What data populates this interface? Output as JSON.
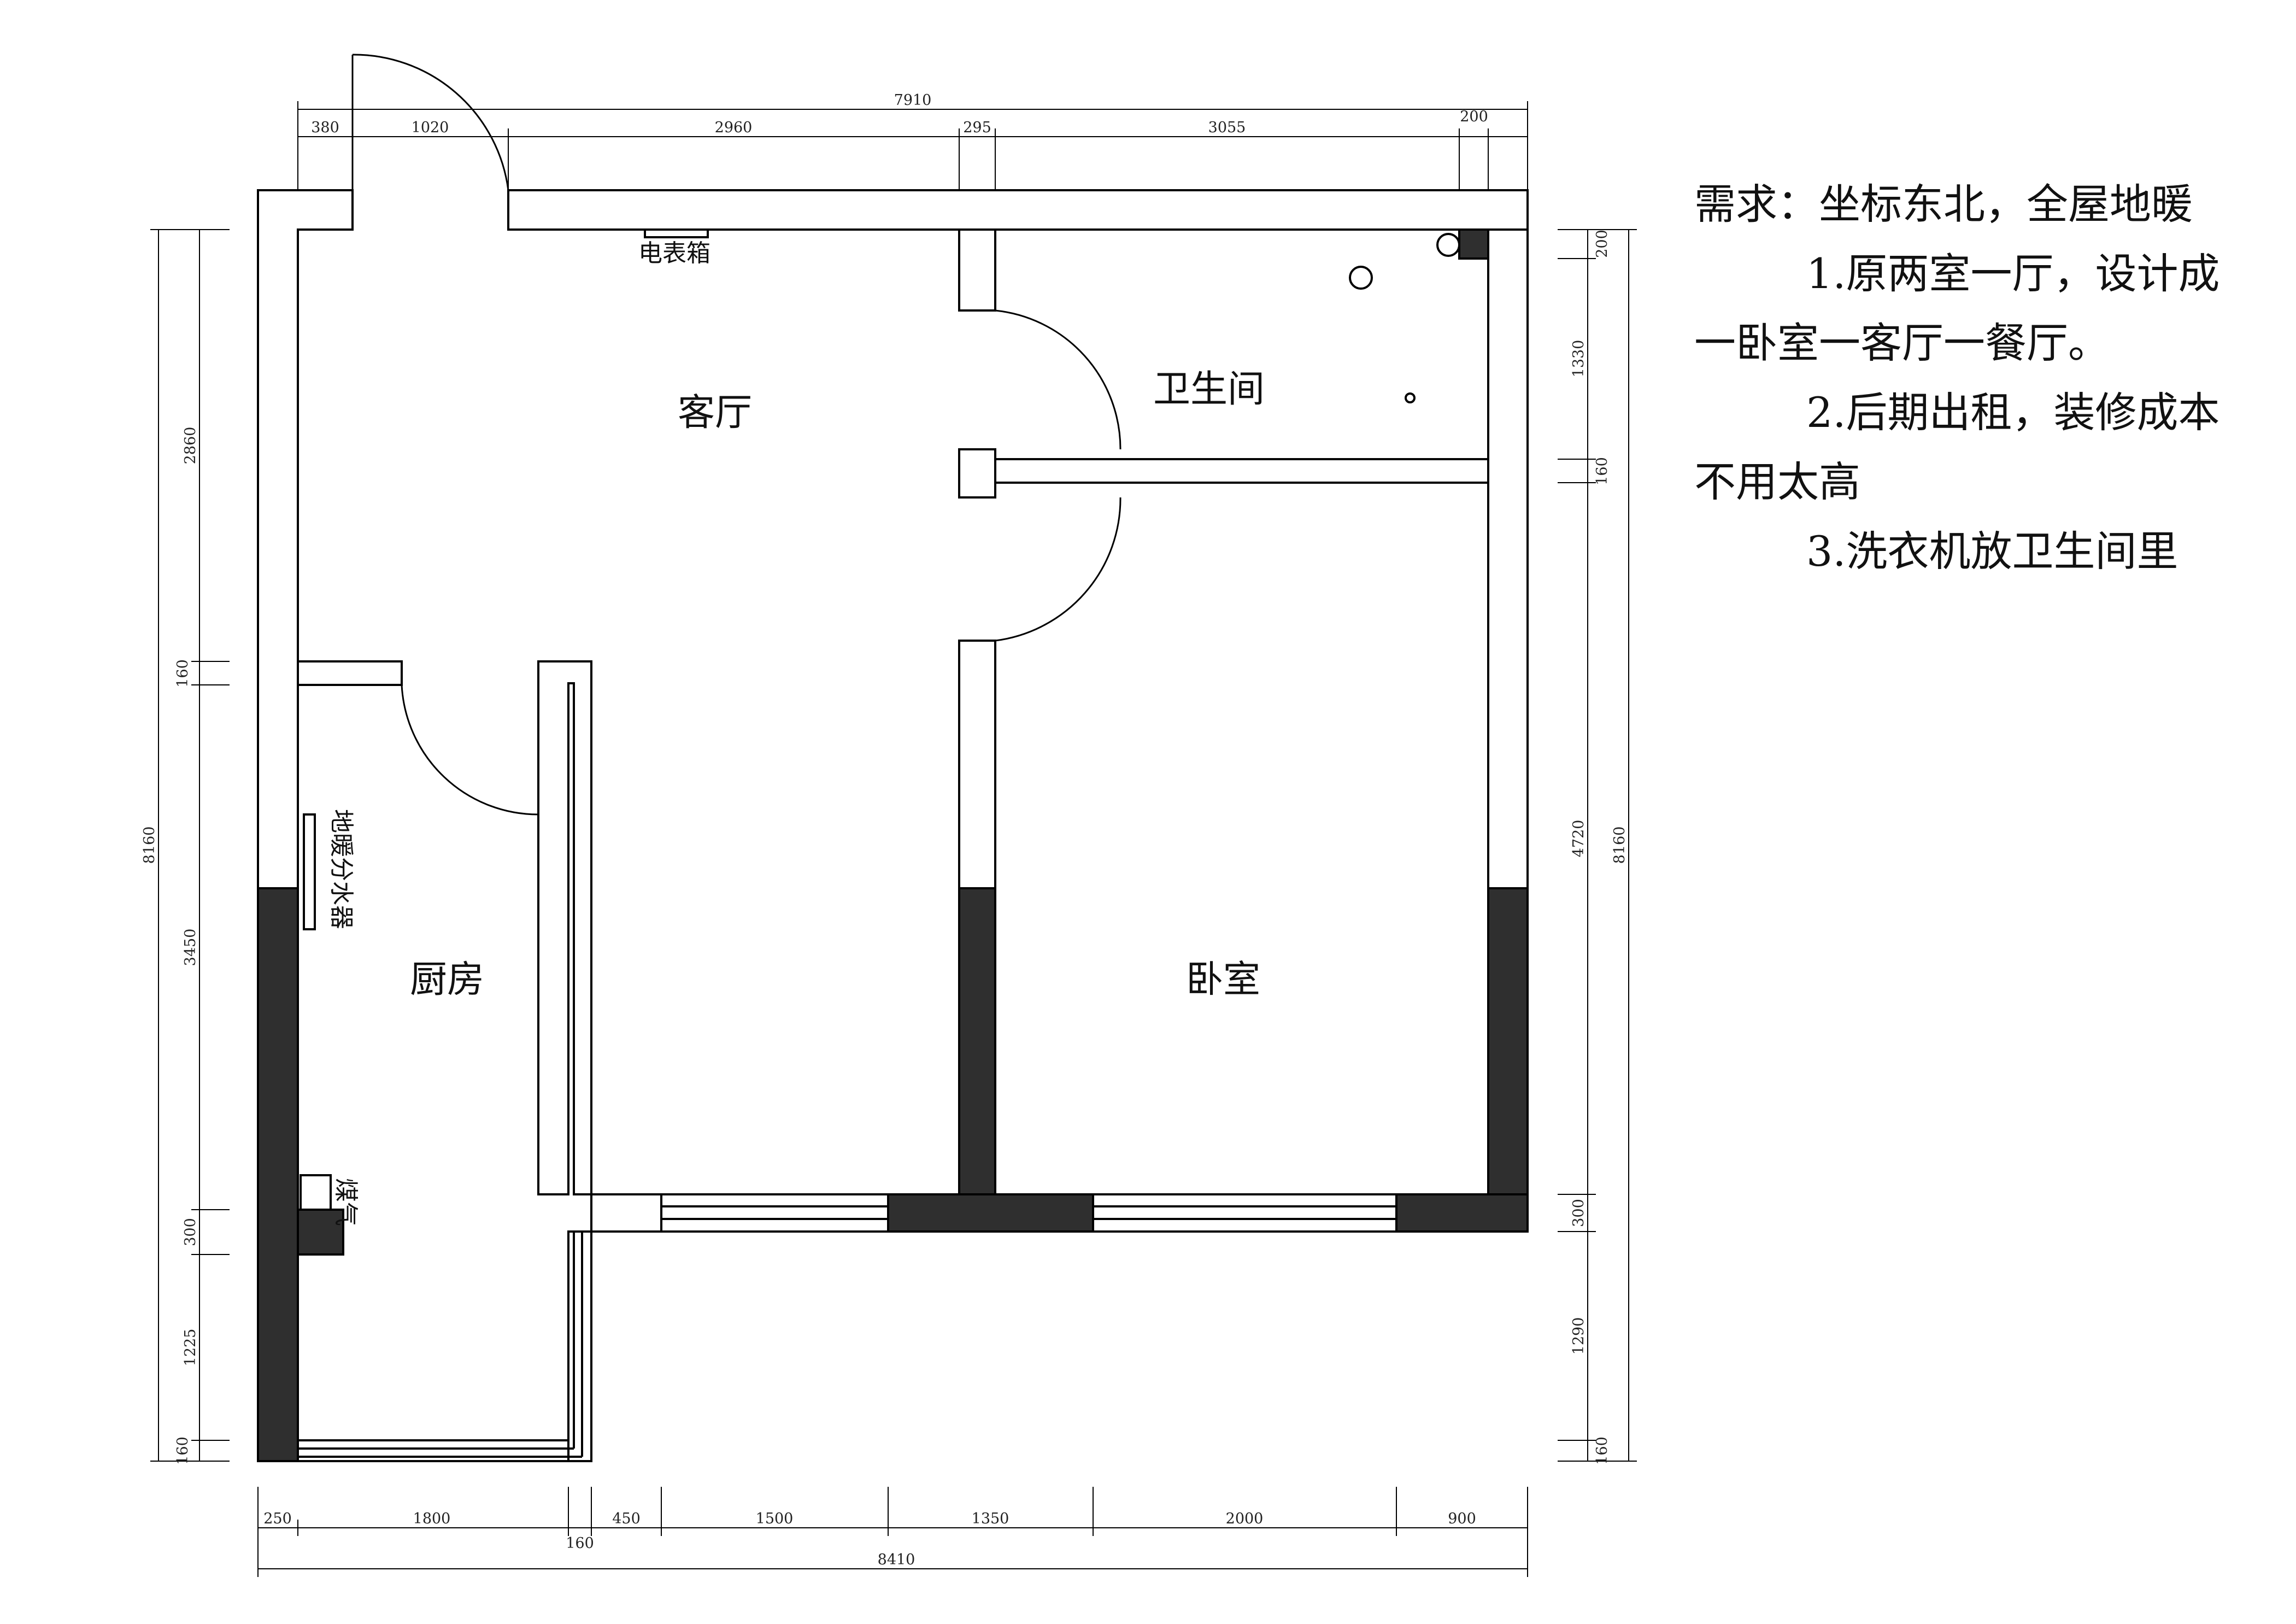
{
  "rooms": {
    "living": "客厅",
    "bathroom": "卫生间",
    "kitchen": "厨房",
    "bedroom": "卧室"
  },
  "fixtures": {
    "meter_box": "电表箱",
    "floor_heating_manifold": "地暖分水器",
    "gas": "煤气"
  },
  "dimensions": {
    "top_total": "7910",
    "top": [
      "380",
      "1020",
      "2960",
      "295",
      "3055",
      "200"
    ],
    "bottom": [
      "250",
      "1800",
      "450",
      "1500",
      "1350",
      "2000",
      "900"
    ],
    "bottom_extra": "160",
    "bottom_total": "8410",
    "left_total": "8160",
    "left": [
      "2860",
      "160",
      "3450",
      "300",
      "1225",
      "160"
    ],
    "right_total": "8160",
    "right": [
      "200",
      "1330",
      "160",
      "4720",
      "300",
      "1290",
      "160"
    ]
  },
  "notes": {
    "title": "需求：坐标东北，全屋地暖",
    "item1_a": "1.原两室一厅，设计成",
    "item1_b": "一卧室一客厅一餐厅。",
    "item2_a": "2.后期出租，装修成本",
    "item2_b": "不用太高",
    "item3": "3.洗衣机放卫生间里"
  },
  "colors": {
    "wall": "#ffffff",
    "structural_wall": "#2f2f2f",
    "line": "#000000"
  }
}
